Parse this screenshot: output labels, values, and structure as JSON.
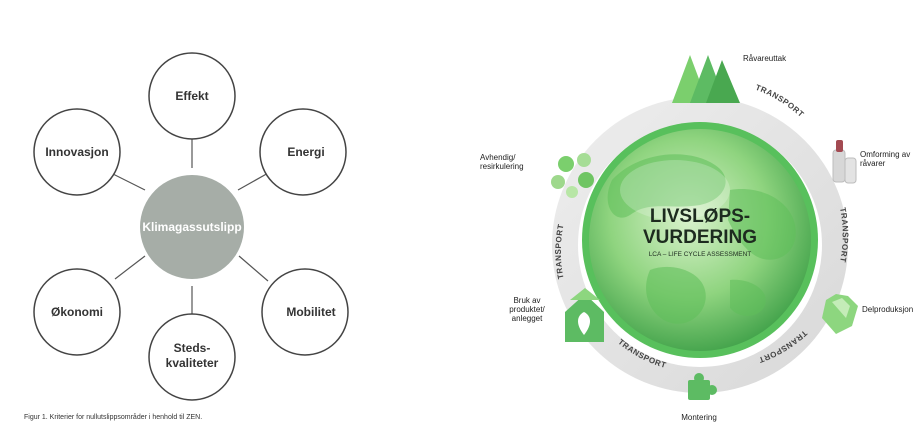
{
  "left_diagram": {
    "center": "Klimagassutslipp",
    "nodes": {
      "effekt": "Effekt",
      "energi": "Energi",
      "mobilitet": "Mobilitet",
      "steds_line1": "Steds-",
      "steds_line2": "kvaliteter",
      "okonomi": "Økonomi",
      "innovasjon": "Innovasjon"
    },
    "caption": "Figur 1.   Kriterier for nullutslippsområder i henhold til ZEN."
  },
  "right_diagram": {
    "title_line1": "LIVSLØPS-",
    "title_line2": "VURDERING",
    "subtitle": "LCA – LIFE CYCLE ASSESSMENT",
    "stages": {
      "ravareuttak": "Råvareuttak",
      "omforming_line1": "Omforming av",
      "omforming_line2": "råvarer",
      "delprodukt": "Delproduksjon",
      "montering": "Montering",
      "bruk_line1": "Bruk av",
      "bruk_line2": "produktet/",
      "bruk_line3": "anlegget",
      "avhendig_line1": "Avhendig/",
      "avhendig_line2": "resirkulering"
    },
    "transport_label": "TRANSPORT",
    "colors": {
      "ring": "#e6e6e6",
      "globe_light": "#b8e6a6",
      "globe_dark": "#3eab4a",
      "globe_border": "#58c05c",
      "icon_green": "#5dbb63"
    }
  }
}
